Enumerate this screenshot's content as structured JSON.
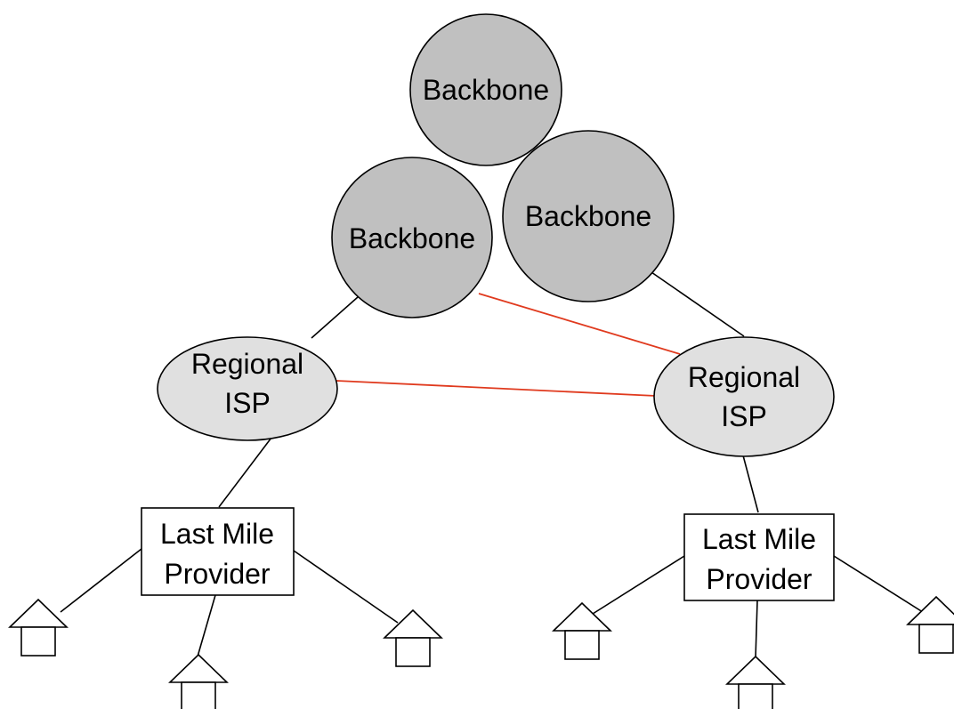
{
  "diagram": {
    "nodes": {
      "backbone_top": {
        "label": "Backbone"
      },
      "backbone_left": {
        "label": "Backbone"
      },
      "backbone_right": {
        "label": "Backbone"
      },
      "regional_left": {
        "line1": "Regional",
        "line2": "ISP"
      },
      "regional_right": {
        "line1": "Regional",
        "line2": "ISP"
      },
      "lastmile_left": {
        "line1": "Last Mile",
        "line2": "Provider"
      },
      "lastmile_right": {
        "line1": "Last Mile",
        "line2": "Provider"
      }
    },
    "colors": {
      "backbone_fill": "#c0c0c0",
      "regional_fill": "#e0e0e0",
      "peering_link": "#e03a1e",
      "hierarchy_link": "#000000",
      "box_fill": "#ffffff"
    },
    "icons": {
      "home": "house-icon"
    }
  }
}
